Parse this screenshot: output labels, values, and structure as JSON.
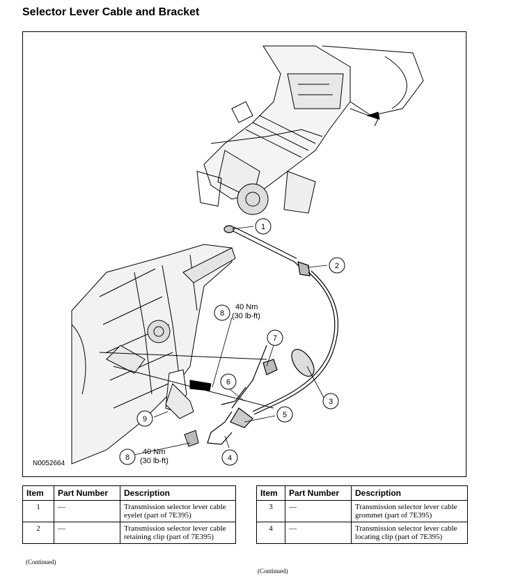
{
  "page": {
    "title": "Selector Lever Cable and Bracket",
    "figure_id": "N0052664",
    "continued_label": "(Continued)"
  },
  "figure": {
    "callouts": [
      {
        "number": "1"
      },
      {
        "number": "2"
      },
      {
        "number": "3"
      },
      {
        "number": "4"
      },
      {
        "number": "5"
      },
      {
        "number": "6"
      },
      {
        "number": "7"
      },
      {
        "number": "8",
        "torque": "40 Nm",
        "torque_imperial": "(30 lb-ft)"
      },
      {
        "number": "9"
      },
      {
        "number": "8",
        "torque": "40 Nm",
        "torque_imperial": "(30 lb-ft)"
      }
    ]
  },
  "table_headers": [
    "Item",
    "Part Number",
    "Description"
  ],
  "left_table": [
    {
      "item": "1",
      "part_number": "—",
      "description": "Transmission selector lever cable eyelet (part of 7E395)"
    },
    {
      "item": "2",
      "part_number": "—",
      "description": "Transmission selector lever cable retaining clip (part of 7E395)"
    }
  ],
  "right_table": [
    {
      "item": "3",
      "part_number": "—",
      "description": "Transmission selector lever cable grommet (part of 7E395)"
    },
    {
      "item": "4",
      "part_number": "—",
      "description": "Transmission selector lever cable locating clip (part of 7E395)"
    }
  ]
}
